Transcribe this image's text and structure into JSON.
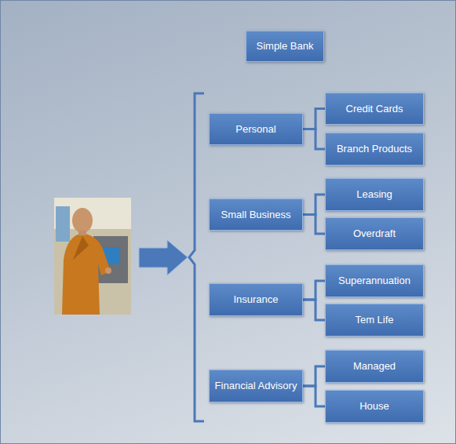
{
  "diagram": {
    "nodes": [
      {
        "text": [
          "Simple Bank"
        ]
      },
      {
        "text": [
          "Personal"
        ]
      },
      {
        "text": [
          "Credit Cards"
        ]
      },
      {
        "text": [
          "Branch Products"
        ]
      },
      {
        "text": [
          "Small Business"
        ]
      },
      {
        "text": [
          "Leasing"
        ]
      },
      {
        "text": [
          "Overdraft"
        ]
      },
      {
        "text": [
          "Insurance"
        ]
      },
      {
        "text": [
          "Superannuation"
        ]
      },
      {
        "text": [
          "Tem Life"
        ]
      },
      {
        "text": [
          "Financial Advisory"
        ]
      },
      {
        "text": [
          "Managed"
        ]
      },
      {
        "text": [
          "House"
        ]
      }
    ],
    "edges": [
      {
        "from": 1,
        "to": 2,
        "arrow": "none"
      },
      {
        "from": 1,
        "to": 3,
        "arrow": "none"
      },
      {
        "from": 4,
        "to": 5,
        "arrow": "none"
      },
      {
        "from": 4,
        "to": 6,
        "arrow": "none"
      },
      {
        "from": 7,
        "to": 8,
        "arrow": "none"
      },
      {
        "from": 7,
        "to": 9,
        "arrow": "none"
      },
      {
        "from": 10,
        "to": 11,
        "arrow": "none"
      },
      {
        "from": 10,
        "to": 12,
        "arrow": "none"
      }
    ]
  }
}
